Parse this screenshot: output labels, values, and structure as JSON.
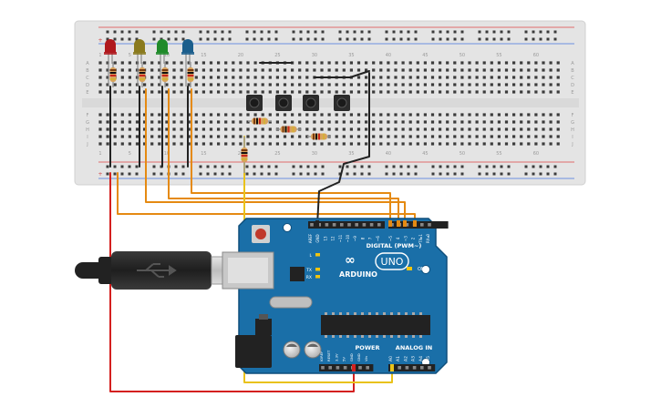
{
  "breadboard": {
    "row_letters_top": [
      "A",
      "B",
      "C",
      "D",
      "E"
    ],
    "row_letters_bottom": [
      "F",
      "G",
      "H",
      "I",
      "J"
    ],
    "column_numbers": [
      "1",
      "5",
      "10",
      "15",
      "20",
      "25",
      "30",
      "35",
      "40",
      "45",
      "50",
      "55",
      "60"
    ],
    "rail_plus": "+",
    "rail_minus": "−"
  },
  "leds": [
    {
      "name": "led-red",
      "color": "#b0191e"
    },
    {
      "name": "led-yellow",
      "color": "#8a7a1e"
    },
    {
      "name": "led-green",
      "color": "#1f8a2a"
    },
    {
      "name": "led-blue",
      "color": "#1b5e8c"
    }
  ],
  "arduino": {
    "board_color": "#1a6fa8",
    "logo_text": "ARDUINO",
    "model_text": "UNO",
    "digital_label": "DIGITAL (PWM~)",
    "digital_pins": [
      "AREF",
      "GND",
      "13",
      "12",
      "~11",
      "~10",
      "~9",
      "8",
      "7",
      "~6",
      "~5",
      "4",
      "~3",
      "2",
      "TX▸1",
      "RX◂0"
    ],
    "power_label": "POWER",
    "power_pins": [
      "IOREF",
      "RESET",
      "3.3V",
      "5V",
      "GND",
      "GND",
      "Vin"
    ],
    "analog_label": "ANALOG IN",
    "analog_pins": [
      "A0",
      "A1",
      "A2",
      "A3",
      "A4",
      "A5"
    ],
    "on_label": "ON",
    "l_label": "L",
    "tx_label": "TX",
    "rx_label": "RX"
  },
  "wire_colors": {
    "orange": "#e58a12",
    "red": "#d4201f",
    "yellow": "#e9c21a",
    "black": "#222222"
  }
}
